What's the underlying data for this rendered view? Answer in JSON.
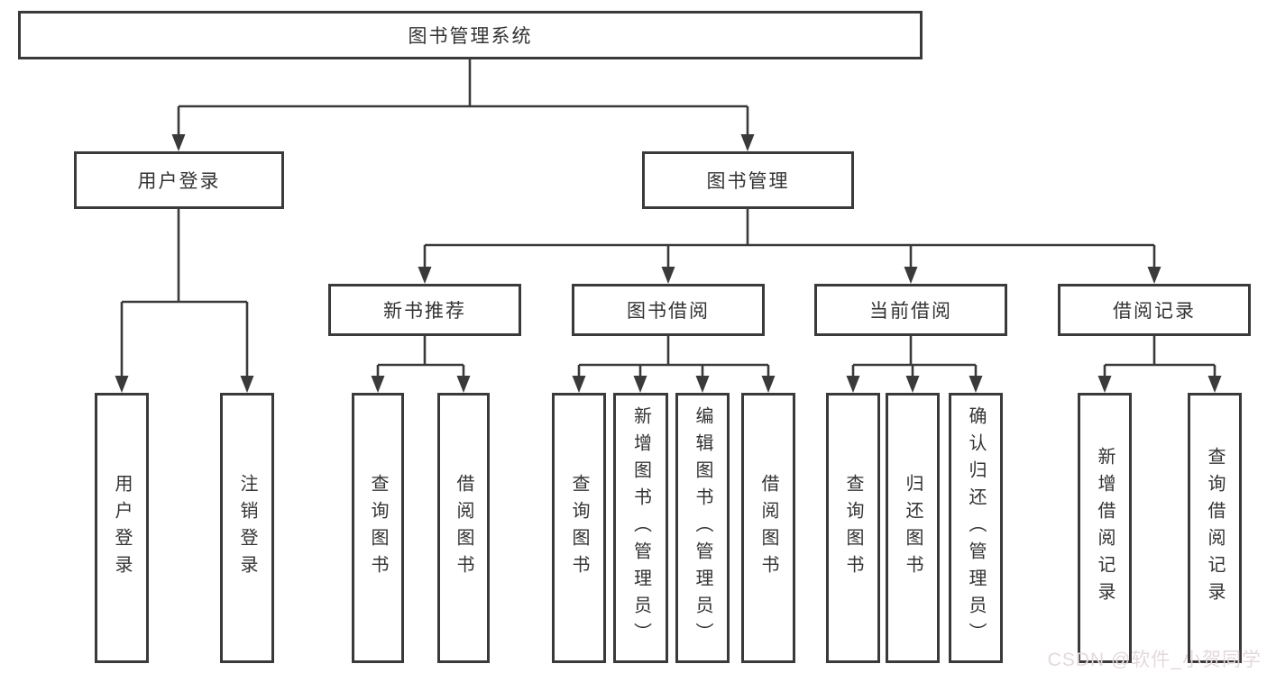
{
  "diagram_title": "图书管理系统",
  "nodes": {
    "root": "图书管理系统",
    "user_login": "用户登录",
    "book_mgmt": "图书管理",
    "new_book_rec": "新书推荐",
    "book_borrow": "图书借阅",
    "current_borrow": "当前借阅",
    "borrow_records": "借阅记录",
    "leaf_user_login": "用户登录",
    "leaf_logout": "注销登录",
    "leaf_query_book_rec": "查询图书",
    "leaf_borrow_book_rec": "借阅图书",
    "leaf_query_book_borrow": "查询图书",
    "leaf_add_book_admin": "新增图书（管理员）",
    "leaf_edit_book_admin": "编辑图书（管理员）",
    "leaf_borrow_book_borrow": "借阅图书",
    "leaf_query_book_current": "查询图书",
    "leaf_return_book": "归还图书",
    "leaf_confirm_return_admin": "确认归还（管理员）",
    "leaf_add_borrow_record": "新增借阅记录",
    "leaf_query_borrow_record": "查询借阅记录"
  },
  "structure": {
    "图书管理系统": [
      "用户登录",
      "图书管理"
    ],
    "用户登录": [
      "用户登录",
      "注销登录"
    ],
    "图书管理": [
      "新书推荐",
      "图书借阅",
      "当前借阅",
      "借阅记录"
    ],
    "新书推荐": [
      "查询图书",
      "借阅图书"
    ],
    "图书借阅": [
      "查询图书",
      "新增图书（管理员）",
      "编辑图书（管理员）",
      "借阅图书"
    ],
    "当前借阅": [
      "查询图书",
      "归还图书",
      "确认归还（管理员）"
    ],
    "借阅记录": [
      "新增借阅记录",
      "查询借阅记录"
    ]
  },
  "colors": {
    "border": "#3a3a3a",
    "text": "#333333",
    "background": "#ffffff",
    "watermark": "#e4d8db"
  },
  "watermark": "CSDN @软件_小贺同学"
}
